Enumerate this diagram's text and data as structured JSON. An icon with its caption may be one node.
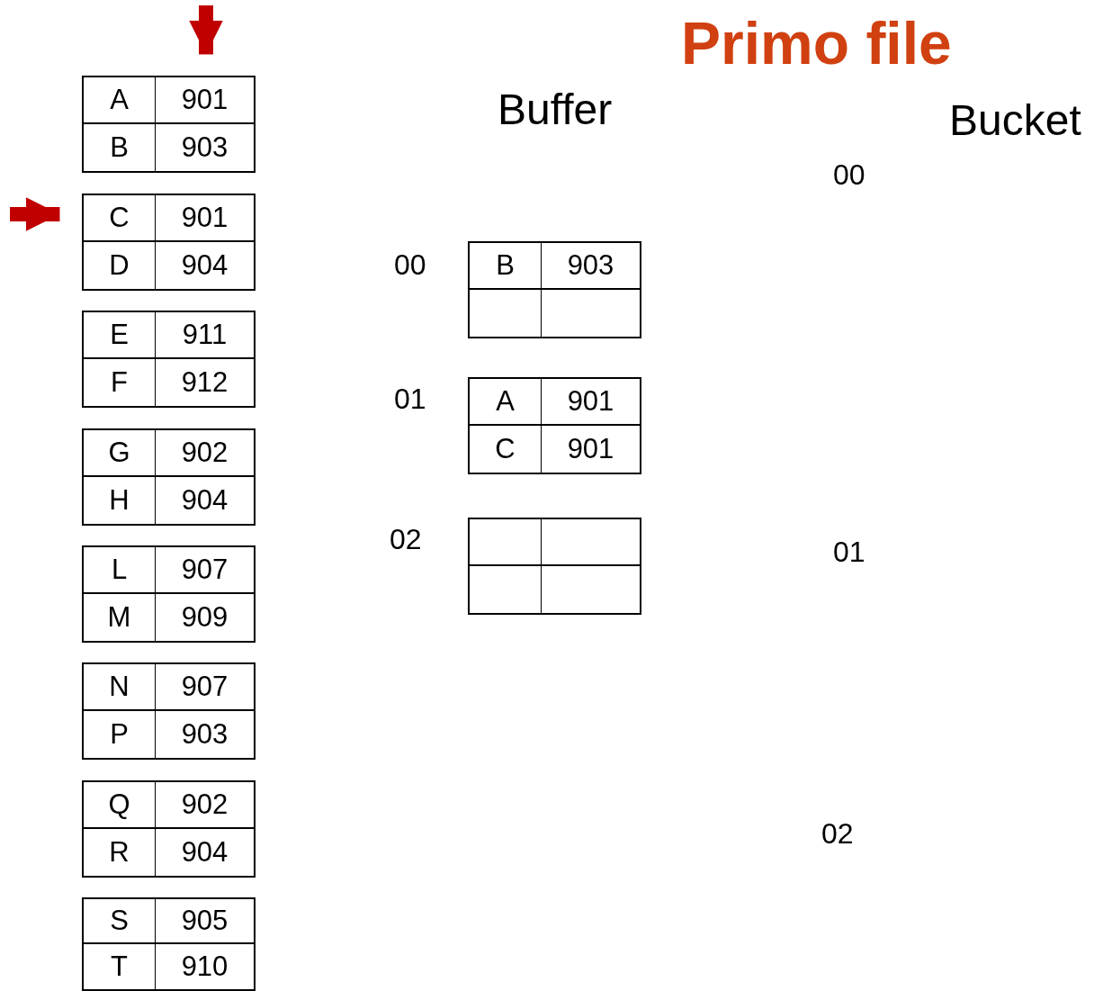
{
  "diagram": {
    "title": "Primo file",
    "nodes": [
      {
        "text": [
          "A",
          "901",
          "B",
          "903"
        ]
      },
      {
        "text": [
          "C",
          "901",
          "D",
          "904"
        ]
      },
      {
        "text": [
          "E",
          "911",
          "F",
          "912"
        ]
      },
      {
        "text": [
          "G",
          "902",
          "H",
          "904"
        ]
      },
      {
        "text": [
          "L",
          "907",
          "M",
          "909"
        ]
      },
      {
        "text": [
          "N",
          "907",
          "P",
          "903"
        ]
      },
      {
        "text": [
          "Q",
          "902",
          "R",
          "904"
        ]
      },
      {
        "text": [
          "S",
          "905",
          "T",
          "910"
        ]
      },
      {
        "text": [
          "B",
          "903"
        ]
      },
      {
        "text": [
          "A",
          "901",
          "C",
          "901"
        ]
      },
      {
        "text": [],
        "shape": "box"
      }
    ],
    "edges": [
      {
        "from": null,
        "to": 0,
        "arrow": "to"
      },
      {
        "from": null,
        "to": 1,
        "arrow": "to"
      }
    ],
    "labels": [
      "Buffer",
      "Bucket",
      "00",
      "00",
      "01",
      "01",
      "02",
      "02"
    ]
  }
}
